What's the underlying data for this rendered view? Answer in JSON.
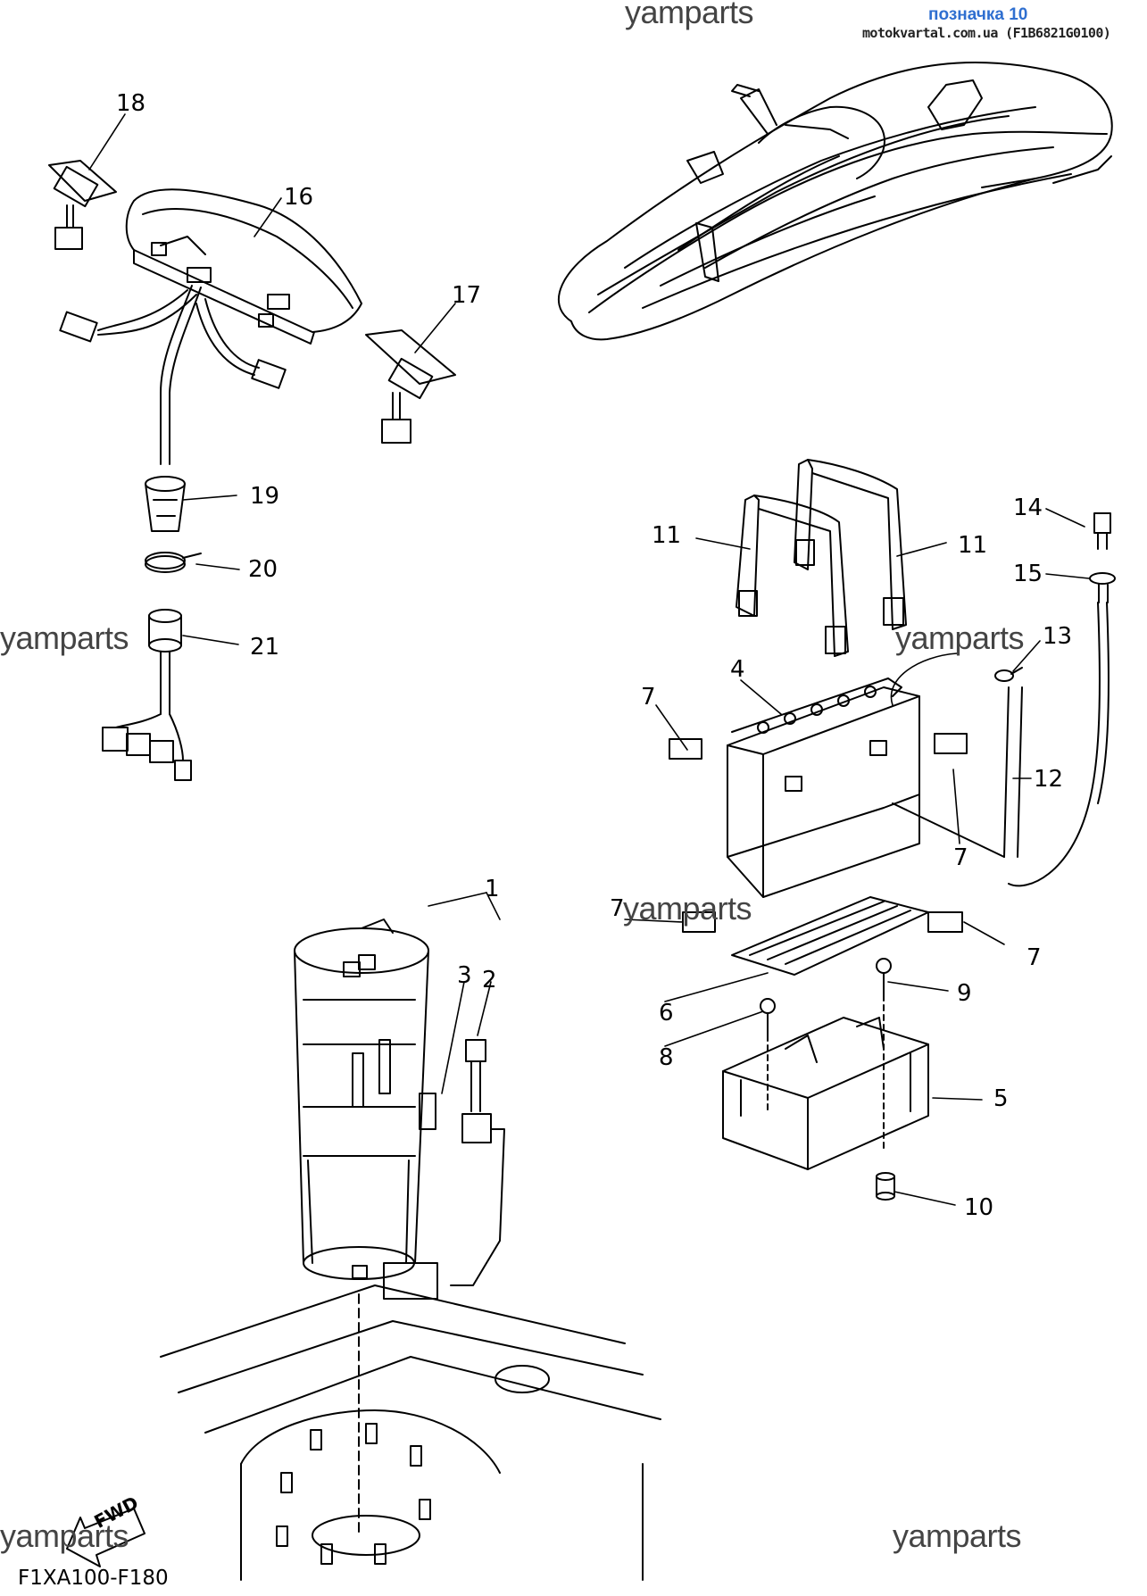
{
  "header": {
    "title": "позначка 10",
    "source": "motokvartal.com.ua (F1B6821G0100)"
  },
  "watermark": "yamparts",
  "diagram_code": "F1XA100-F180",
  "fwd_label": "FWD",
  "callouts": [
    "18",
    "16",
    "17",
    "19",
    "20",
    "21",
    "11",
    "11",
    "14",
    "15",
    "13",
    "4",
    "7",
    "12",
    "7",
    "7",
    "7",
    "1",
    "3",
    "2",
    "6",
    "9",
    "8",
    "5",
    "10"
  ]
}
